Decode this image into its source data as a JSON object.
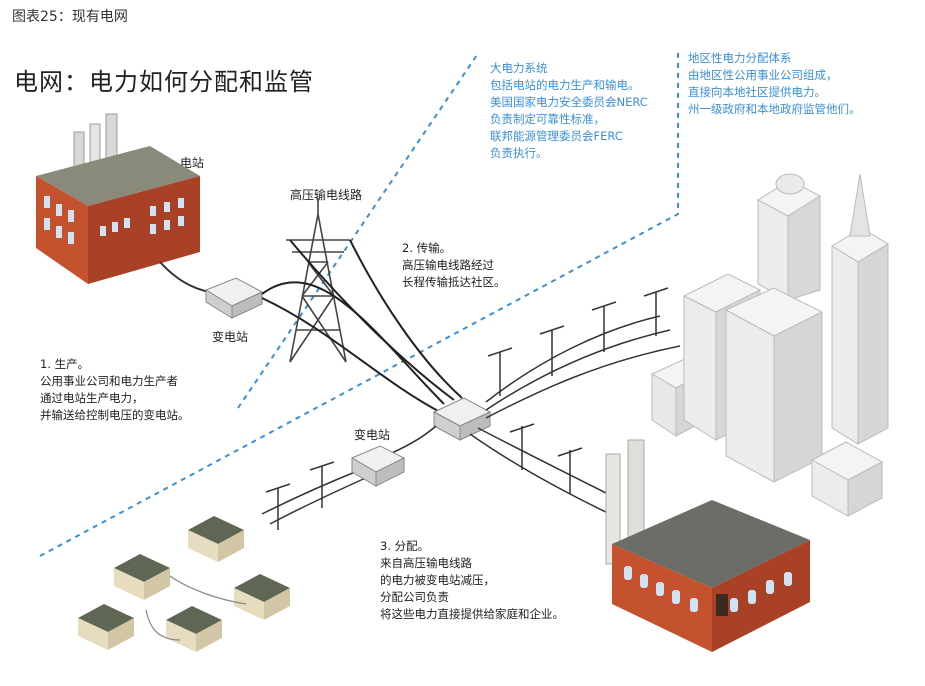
{
  "caption": "图表25：现有电网",
  "title": "电网：电力如何分配和监管",
  "bulk_system_note": "大电力系统\n包括电站的电力生产和输电。\n美国国家电力安全委员会NERC\n负责制定可靠性标准，\n联邦能源管理委员会FERC\n负责执行。",
  "local_system_note": "地区性电力分配体系\n由地区性公用事业公司组成，\n直接向本地社区提供电力。\n州一级政府和本地政府监管他们。",
  "labels": {
    "power_plant": "电站",
    "hv_lines": "高压输电线路",
    "substation_1": "变电站",
    "substation_2": "变电站"
  },
  "steps": {
    "generation": "1. 生产。\n公用事业公司和电力生产者\n通过电站生产电力，\n并输送给控制电压的变电站。",
    "transmission": "2. 传输。\n高压输电线路经过\n长程传输抵达社区。",
    "distribution": "3. 分配。\n来自高压输电线路\n的电力被变电站减压，\n分配公司负责\n将这些电力直接提供给家庭和企业。"
  },
  "colors": {
    "accent_blue": "#3b8fd6",
    "brick": "#c4522e",
    "roof": "#5f6654"
  }
}
